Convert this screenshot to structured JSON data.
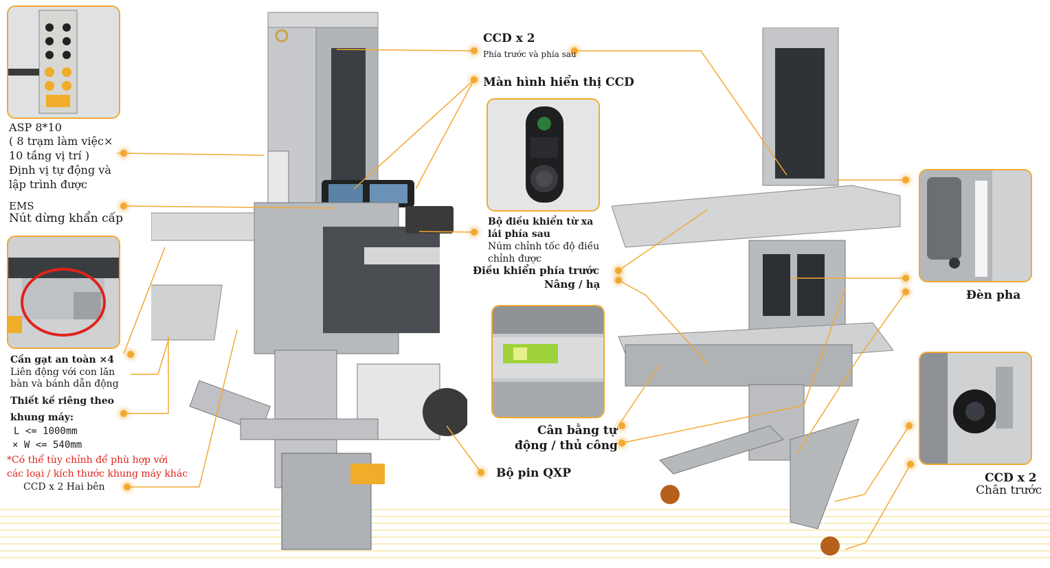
{
  "colors": {
    "accent": "#f2a830",
    "highlight_red": "#e0221b",
    "steel": "#b9bcc0",
    "dark": "#3a3a3a"
  },
  "labels": {
    "ccd_top_title": "CCD x 2",
    "ccd_top_sub": "Phía trước và phía sau",
    "display_title": "Màn hình hiển thị CCD",
    "asp_1": "ASP 8*10",
    "asp_2": "( 8 trạm làm việc×",
    "asp_3": "10 tầng vị trí )",
    "asp_4": "Định vị tự động và",
    "asp_5": "lập trình được",
    "ems_title": "EMS",
    "ems_sub": "Nút dừng khẩn cấp",
    "remote_1": "Bộ điều khiển từ xa",
    "remote_2": "lái phía sau",
    "remote_3": "Núm chỉnh tốc độ điều",
    "remote_4": "chỉnh được",
    "front_ctrl_1": "Điều khiển phía trước",
    "front_ctrl_2": "Nâng / hạ",
    "lever_1": "Cần gạt an toàn ×4",
    "lever_2": "Liên động với con lăn",
    "lever_3": "bàn và bánh dẫn động",
    "design_1": "Thiết kế riêng theo",
    "design_2": "khung máy:",
    "design_3": "L <= 1000mm",
    "design_4": "× W <= 540mm",
    "custom_1": "*Có thể tùy chỉnh để phù hợp với",
    "custom_2": "các loại / kích thước khung máy khác",
    "ccd_side": "CCD x 2 Hai bên",
    "battery": "Bộ pin QXP",
    "level_1": "Cân bằng tự",
    "level_2": "động / thủ công",
    "lamp": "Đèn pha",
    "ccd_front_1": "CCD x 2",
    "ccd_front_2": "Chân trước"
  }
}
